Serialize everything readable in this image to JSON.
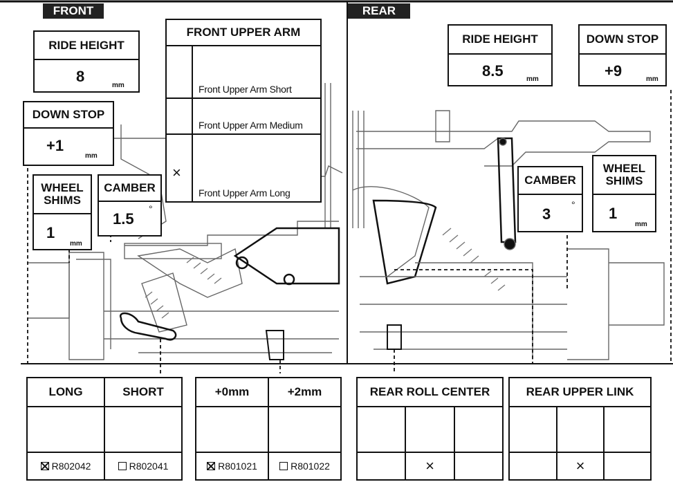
{
  "front": {
    "tab": "FRONT",
    "ride_height": {
      "label": "RIDE HEIGHT",
      "value": "8",
      "unit": "mm"
    },
    "down_stop": {
      "label": "DOWN STOP",
      "value": "+1",
      "unit": "mm"
    },
    "wheel_shims": {
      "label_line1": "WHEEL",
      "label_line2": "SHIMS",
      "value": "1",
      "unit": "mm"
    },
    "camber": {
      "label": "CAMBER",
      "value": "1.5",
      "unit": "°"
    },
    "upper_arm": {
      "title": "FRONT UPPER ARM",
      "options": [
        {
          "label": "Front Upper Arm Short",
          "selected": false
        },
        {
          "label": "Front Upper Arm Medium",
          "selected": false
        },
        {
          "label": "Front Upper Arm Long",
          "selected": true
        }
      ],
      "mark": "×"
    },
    "arm_length": {
      "headers": [
        "LONG",
        "SHORT"
      ],
      "codes": [
        {
          "code": "R802042",
          "checked": true
        },
        {
          "code": "R802041",
          "checked": false
        }
      ]
    },
    "spacer": {
      "headers": [
        "+0mm",
        "+2mm"
      ],
      "codes": [
        {
          "code": "R801021",
          "checked": true
        },
        {
          "code": "R801022",
          "checked": false
        }
      ]
    }
  },
  "rear": {
    "tab": "REAR",
    "ride_height": {
      "label": "RIDE HEIGHT",
      "value": "8.5",
      "unit": "mm"
    },
    "down_stop": {
      "label": "DOWN STOP",
      "value": "+9",
      "unit": "mm"
    },
    "camber": {
      "label": "CAMBER",
      "value": "3",
      "unit": "°"
    },
    "wheel_shims": {
      "label_line1": "WHEEL",
      "label_line2": "SHIMS",
      "value": "1",
      "unit": "mm"
    },
    "roll_center": {
      "title": "REAR ROLL CENTER",
      "selected_index": 1,
      "mark": "×"
    },
    "upper_link": {
      "title": "REAR UPPER LINK",
      "selected_index": 1,
      "mark": "×"
    }
  },
  "colors": {
    "ink": "#111111",
    "tab_bg": "#222222",
    "diagram": "#555555"
  }
}
